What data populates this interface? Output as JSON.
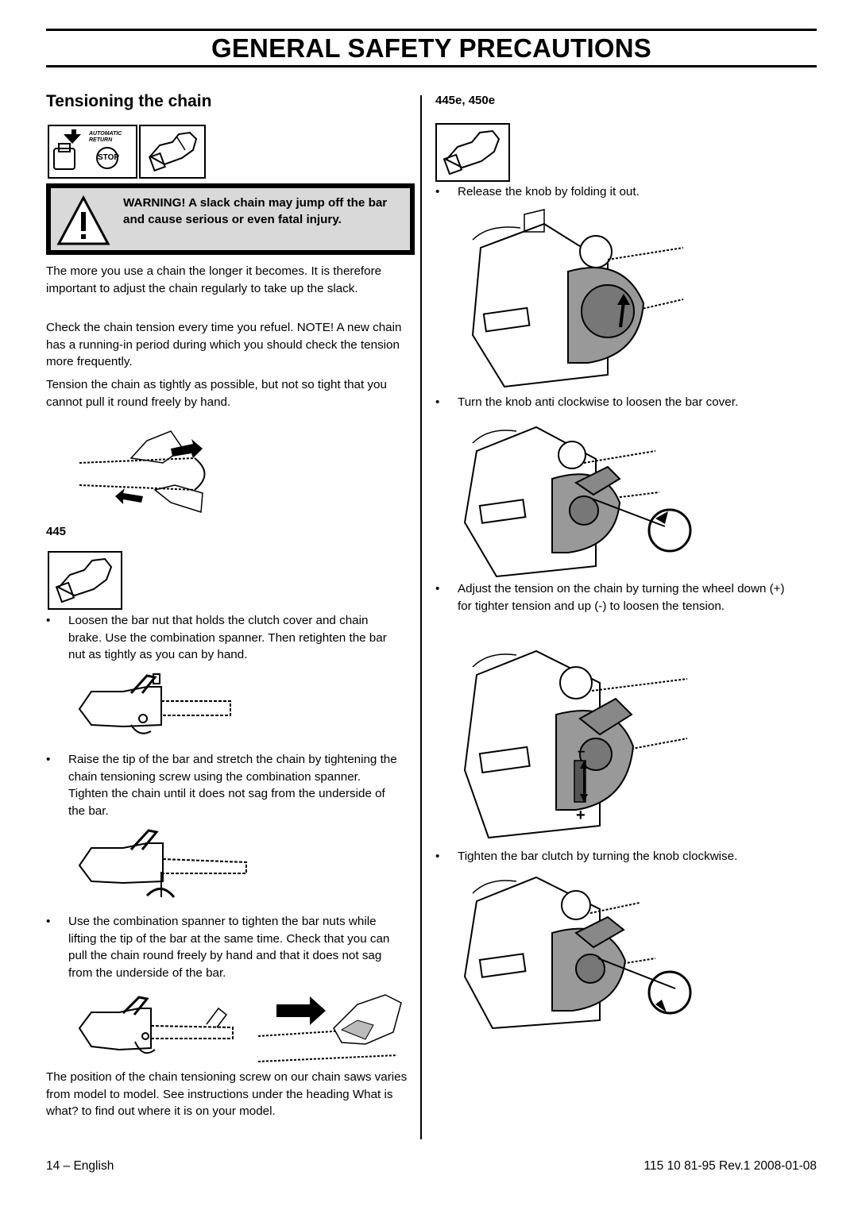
{
  "header": {
    "title": "GENERAL SAFETY PRECAUTIONS"
  },
  "section": {
    "title": "Tensioning the chain"
  },
  "icons": {
    "auto_return_line1": "AUTOMATIC",
    "auto_return_line2": "RETURN",
    "stop_label": "STOP"
  },
  "warning": {
    "text": "WARNING! A slack chain may jump off the bar and cause serious or even fatal injury."
  },
  "left": {
    "p1": "The more you use a chain the longer it becomes. It is therefore important to adjust the chain regularly to take up the slack.",
    "p2": "Check the chain tension every time you refuel. NOTE! A new chain has a running-in period during which you should check the tension more frequently.",
    "p3": "Tension the chain as tightly as possible, but not so tight that you cannot pull it round freely by hand.",
    "model_heading": "445",
    "bullets": [
      "Loosen the bar nut that holds the clutch cover and chain brake. Use the combination spanner. Then retighten the bar nut as tightly as you can by hand.",
      "Raise the tip of the bar and stretch the chain by tightening the chain tensioning screw using the combination spanner. Tighten the chain until it does not sag from the underside of the bar.",
      "Use the combination spanner to tighten the bar nuts while lifting the tip of the bar at the same time. Check that you can pull the chain round freely by hand and that it does not sag from the underside of the bar."
    ],
    "closing": "The position of the chain tensioning screw on our chain saws varies from model to model. See instructions under the heading What is what? to find out where it is on your model."
  },
  "right": {
    "model_heading": "445e, 450e",
    "bullets": [
      "Release the knob by folding it out.",
      "Turn the knob anti clockwise to loosen the bar cover.",
      "Adjust the tension on the chain by turning the wheel down (+) for tighter tension and up (-) to loosen the tension.",
      "Tighten the bar clutch by turning the knob clockwise."
    ],
    "minus_label": "–",
    "plus_label": "+"
  },
  "bullet_glyph": "•",
  "footer": {
    "left": "14 – English",
    "right": "115 10 81-95 Rev.1 2008-01-08"
  }
}
